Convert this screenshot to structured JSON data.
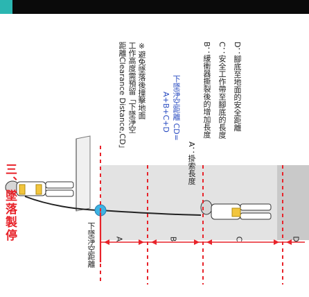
{
  "section_title": "三、墜落製停",
  "clearance_label": "下墜淨空距離",
  "note_lines": [
    "※避免墜落後撞擊地面",
    "工作高度需預留「下墜淨空",
    "距離Clearance Distance,CD」"
  ],
  "formula_lines": [
    "下墜淨空距離 CD=",
    "A+B+C+D"
  ],
  "definitions": [
    "A：掛索長度",
    "B：緩衝器撕裂後的增加長度",
    "C：安全工作帶至腳底的長度",
    "D：腳底至地面的安全距離"
  ],
  "segment_labels": [
    "A",
    "B",
    "C",
    "D"
  ],
  "colors": {
    "red": "#e8232a",
    "teal_marker": "#3db3e3",
    "ground": "#cfcfcf",
    "title_red": "#e8232a"
  }
}
